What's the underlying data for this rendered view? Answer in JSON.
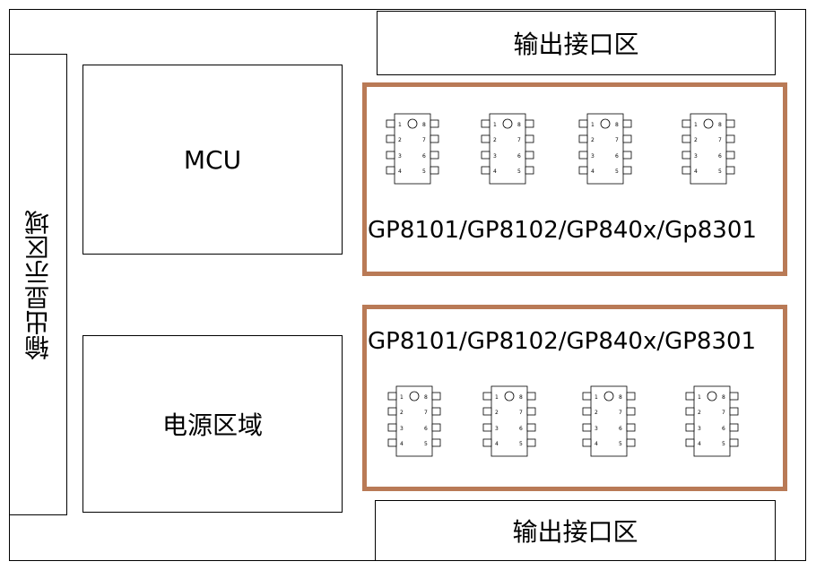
{
  "top_output": {
    "label": "输出接口区"
  },
  "bottom_output": {
    "label": "输出接口区"
  },
  "left_display": {
    "label": "输出显示区域"
  },
  "mcu": {
    "label": "MCU"
  },
  "power": {
    "label": "电源区域"
  },
  "upper_group": {
    "label": "GP8101/GP8102/GP840x/Gp8301"
  },
  "lower_group": {
    "label": "GP8101/GP8102/GP840x/GP8301"
  },
  "chip_pins": {
    "left": [
      "1",
      "2",
      "3",
      "4"
    ],
    "right": [
      "8",
      "7",
      "6",
      "5"
    ]
  },
  "colors": {
    "group_border": "#b97a56",
    "line": "#000000"
  }
}
